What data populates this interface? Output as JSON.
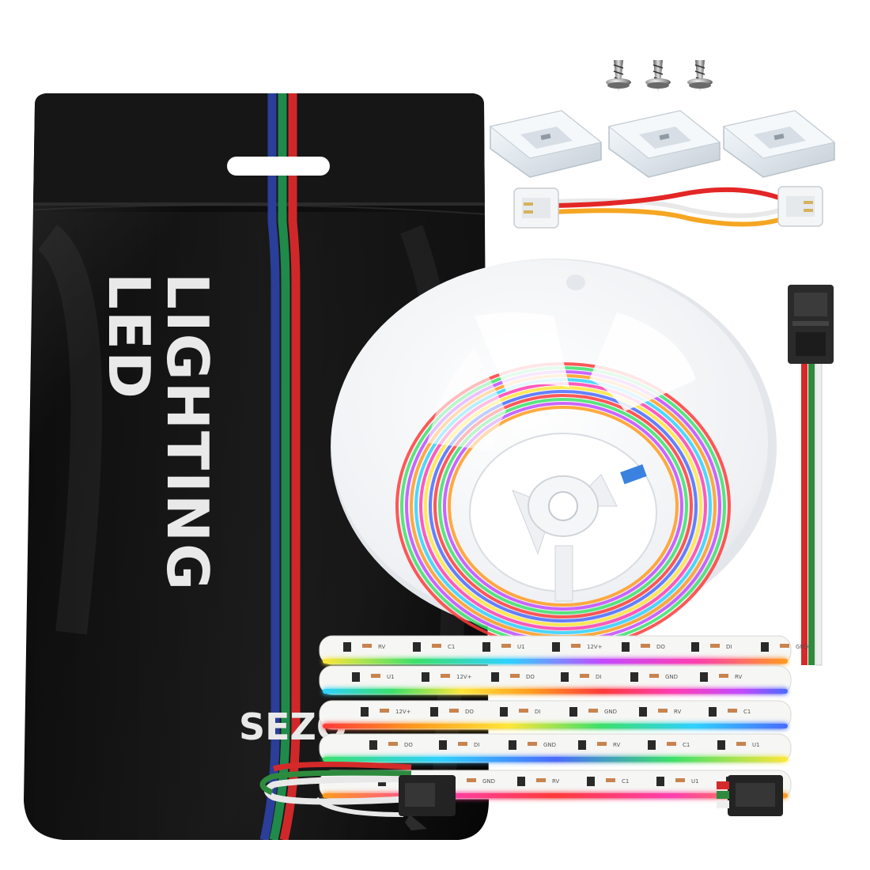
{
  "package": {
    "title_line1": "LED",
    "title_line2": "LIGHTING",
    "brand": "SEZO",
    "background": "#0c0c0c",
    "stripe_colors": [
      "#2a3e9a",
      "#1f8a4a",
      "#d0282a"
    ]
  },
  "strip": {
    "pcb_labels": [
      "12V+",
      "DO",
      "DI",
      "GND",
      "RV",
      "C1",
      "U1"
    ],
    "rainbow": [
      "#ff3b3b",
      "#ff9b1f",
      "#ffe63a",
      "#3ce06b",
      "#2fd1ff",
      "#4a6bff",
      "#c24bff",
      "#ff3fb0"
    ]
  },
  "accessories": {
    "screws_count": 3,
    "clips_count": 3,
    "connector_wire_colors": [
      "#e32626",
      "#f5a623",
      "#f4f4f4"
    ],
    "pigtail_wire_colors": [
      "#d42a2a",
      "#2e8b3e",
      "#eeeeee"
    ]
  }
}
